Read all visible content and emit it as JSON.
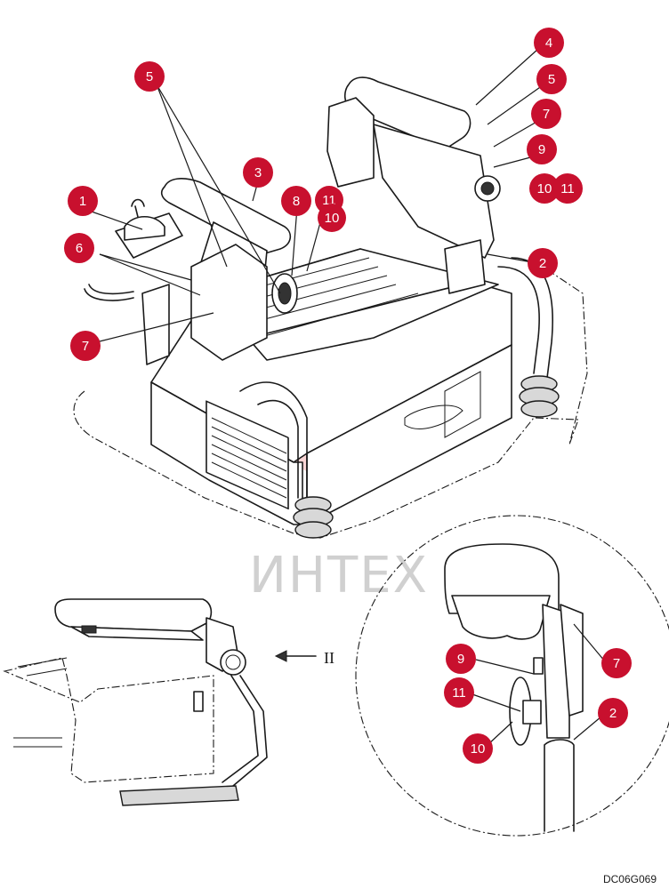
{
  "watermark": {
    "text": "ИНТЕХ"
  },
  "drawing_code": "DC06G069",
  "view_labels": {
    "main_to_side": "II",
    "detail_arrow": "II"
  },
  "callouts": [
    {
      "id": "c-1",
      "label": "1"
    },
    {
      "id": "c-3",
      "label": "3"
    },
    {
      "id": "c-4",
      "label": "4"
    },
    {
      "id": "c-5a",
      "label": "5"
    },
    {
      "id": "c-5b",
      "label": "5"
    },
    {
      "id": "c-6",
      "label": "6"
    },
    {
      "id": "c-7a",
      "label": "7"
    },
    {
      "id": "c-7b",
      "label": "7"
    },
    {
      "id": "c-8",
      "label": "8"
    },
    {
      "id": "c-9a",
      "label": "9"
    },
    {
      "id": "c-10a",
      "label": "10"
    },
    {
      "id": "c-11a",
      "label": "11"
    },
    {
      "id": "c-11b",
      "label": "11"
    },
    {
      "id": "c-10b",
      "label": "10"
    },
    {
      "id": "c-2a",
      "label": "2"
    },
    {
      "id": "c-9b",
      "label": "9"
    },
    {
      "id": "c-7c",
      "label": "7"
    },
    {
      "id": "c-11c",
      "label": "11"
    },
    {
      "id": "c-2b",
      "label": "2"
    },
    {
      "id": "c-10c",
      "label": "10"
    }
  ],
  "colors": {
    "callout": "#c8102e",
    "ink": "#1a1a1a",
    "watermark": "#e03a3a"
  }
}
